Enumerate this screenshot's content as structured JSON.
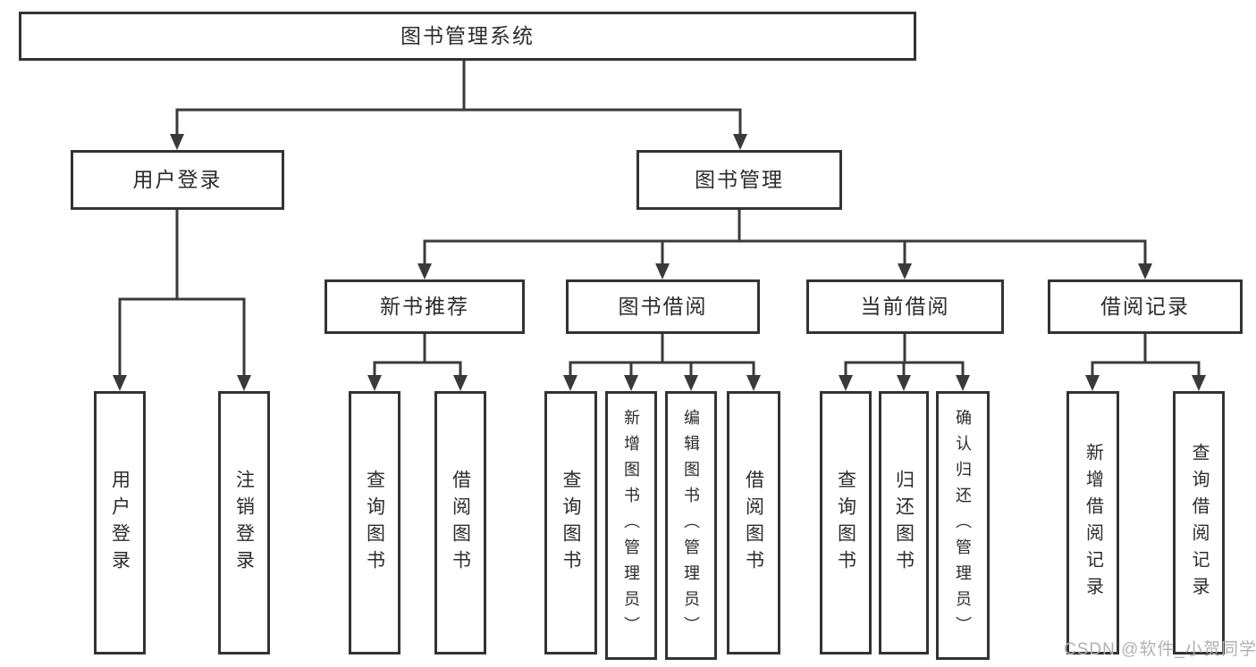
{
  "colors": {
    "background": "#ffffff",
    "border": "#333333",
    "line": "#3a3a3a",
    "text": "#2b2b2b",
    "watermark": "#b0b0b0"
  },
  "watermark": {
    "text": "CSDN @软件_小贺同学"
  },
  "tree": {
    "root": {
      "label": "图书管理系统",
      "children": [
        {
          "label": "用户登录",
          "children": [
            {
              "label": "用户登录"
            },
            {
              "label": "注销登录"
            }
          ]
        },
        {
          "label": "图书管理",
          "children": [
            {
              "label": "新书推荐",
              "children": [
                {
                  "label": "查询图书"
                },
                {
                  "label": "借阅图书"
                }
              ]
            },
            {
              "label": "图书借阅",
              "children": [
                {
                  "label": "查询图书"
                },
                {
                  "label": "新增图书（管理员）"
                },
                {
                  "label": "编辑图书（管理员）"
                },
                {
                  "label": "借阅图书"
                }
              ]
            },
            {
              "label": "当前借阅",
              "children": [
                {
                  "label": "查询图书"
                },
                {
                  "label": "归还图书"
                },
                {
                  "label": "确认归还（管理员）"
                }
              ]
            },
            {
              "label": "借阅记录",
              "children": [
                {
                  "label": "新增借阅记录"
                },
                {
                  "label": "查询借阅记录"
                }
              ]
            }
          ]
        }
      ]
    }
  }
}
